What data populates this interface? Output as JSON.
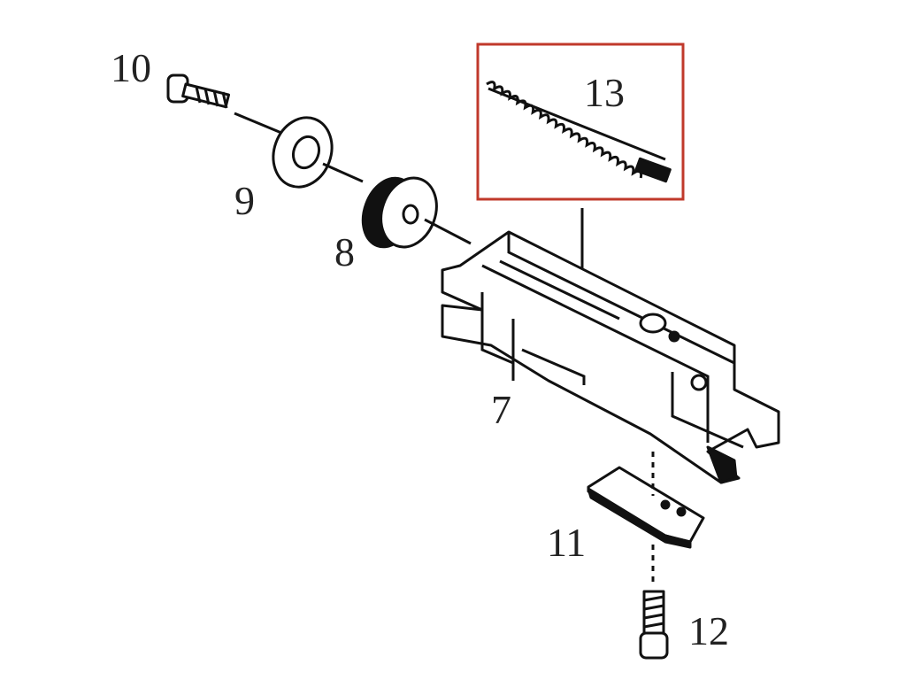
{
  "diagram": {
    "parts": [
      {
        "id": "p7",
        "number": "7"
      },
      {
        "id": "p8",
        "number": "8"
      },
      {
        "id": "p9",
        "number": "9"
      },
      {
        "id": "p10",
        "number": "10"
      },
      {
        "id": "p11",
        "number": "11"
      },
      {
        "id": "p12",
        "number": "12"
      },
      {
        "id": "p13",
        "number": "13"
      }
    ],
    "highlight_color": "#c0392b",
    "highlighted_part": "13"
  }
}
